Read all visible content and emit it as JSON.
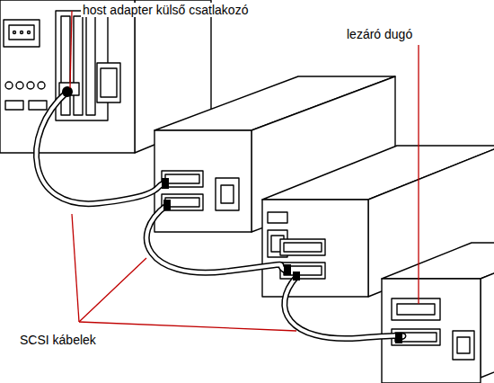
{
  "diagram": {
    "labels": [
      "host adapter külső csatlakozó",
      "lezáró dugó",
      "SCSI kábelek"
    ]
  }
}
